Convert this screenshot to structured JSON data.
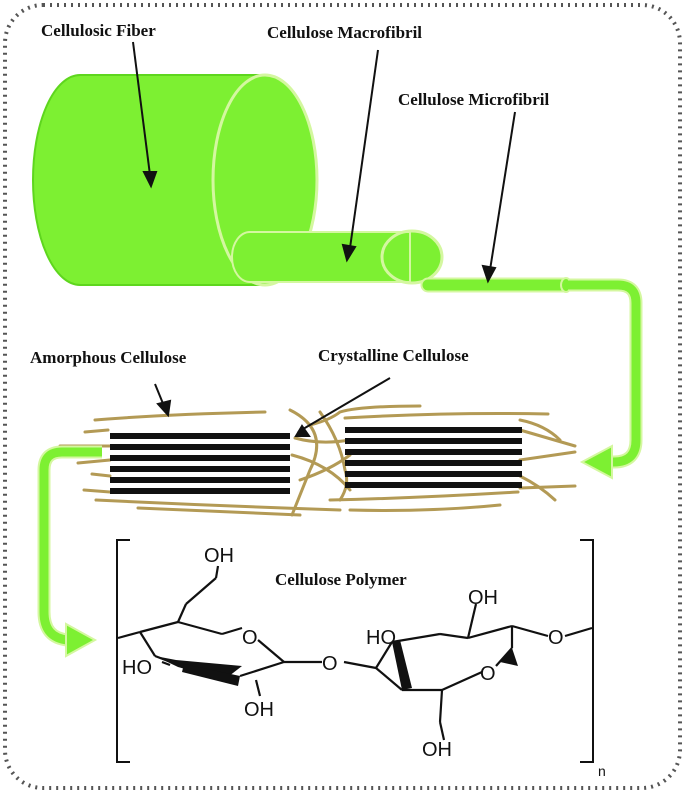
{
  "labels": {
    "cellulosic_fiber": "Cellulosic Fiber",
    "cellulose_macrofibril": "Cellulose Macrofibril",
    "cellulose_microfibril": "Cellulose Microfibril",
    "amorphous_cellulose": "Amorphous Cellulose",
    "crystalline_cellulose": "Crystalline Cellulose",
    "cellulose_polymer": "Cellulose Polymer"
  },
  "chem": {
    "oh": "OH",
    "ho": "HO",
    "o": "O",
    "subscript_n": "n"
  },
  "colors": {
    "fiber_green": "#7df032",
    "fiber_edge": "#c9f28a",
    "fiber_stroke": "#5ed61e",
    "amorphous_tan": "#b39a55",
    "crystalline_black": "#111111",
    "border": "#555555"
  }
}
